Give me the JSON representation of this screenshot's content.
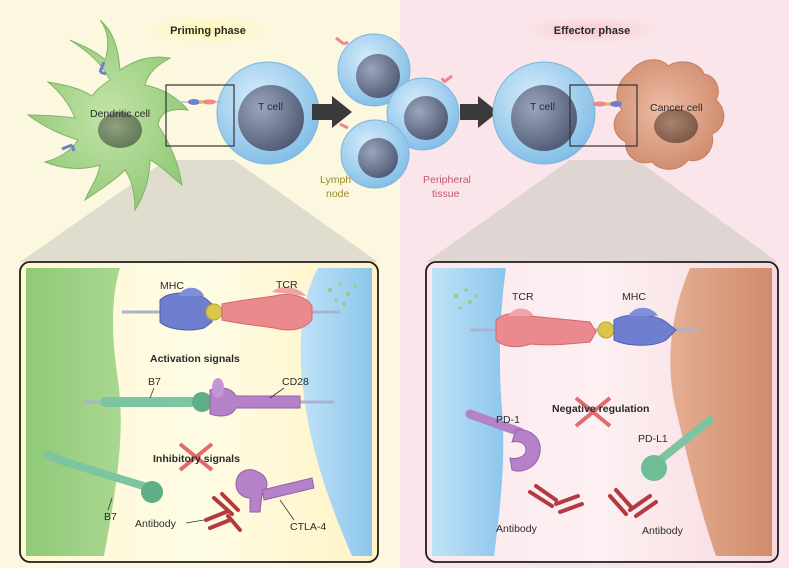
{
  "phases": {
    "priming": "Priming phase",
    "effector": "Effector phase"
  },
  "cells": {
    "dendritic": "Dendritic cell",
    "t_cell_left": "T cell",
    "t_cell_right": "T cell",
    "cancer": "Cancer cell"
  },
  "locations": {
    "lymph_line1": "Lymph",
    "lymph_line2": "node",
    "peripheral_line1": "Peripheral",
    "peripheral_line2": "tissue"
  },
  "left_panel": {
    "mhc": "MHC",
    "tcr": "TCR",
    "activation": "Activation signals",
    "b7_top": "B7",
    "cd28": "CD28",
    "inhibitory": "Inhibitory signals",
    "b7_bottom": "B7",
    "antibody": "Antibody",
    "ctla4": "CTLA-4"
  },
  "right_panel": {
    "tcr": "TCR",
    "mhc": "MHC",
    "negative": "Negative regulation",
    "pd1": "PD-1",
    "pdl1": "PD-L1",
    "antibody_left": "Antibody",
    "antibody_right": "Antibody"
  },
  "colors": {
    "priming_bg": "#fbf7dc",
    "effector_bg": "#f9e4e8",
    "dendritic": "#9dcf83",
    "t_cell": "#a9d4f0",
    "cancer": "#e2a489",
    "mhc": "#6e7fd0",
    "tcr": "#ea8a8f",
    "b7": "#7cc4a2",
    "cd28": "#b581c9",
    "antibody": "#b33a3f",
    "inhibit_x": "#e06b6b"
  }
}
